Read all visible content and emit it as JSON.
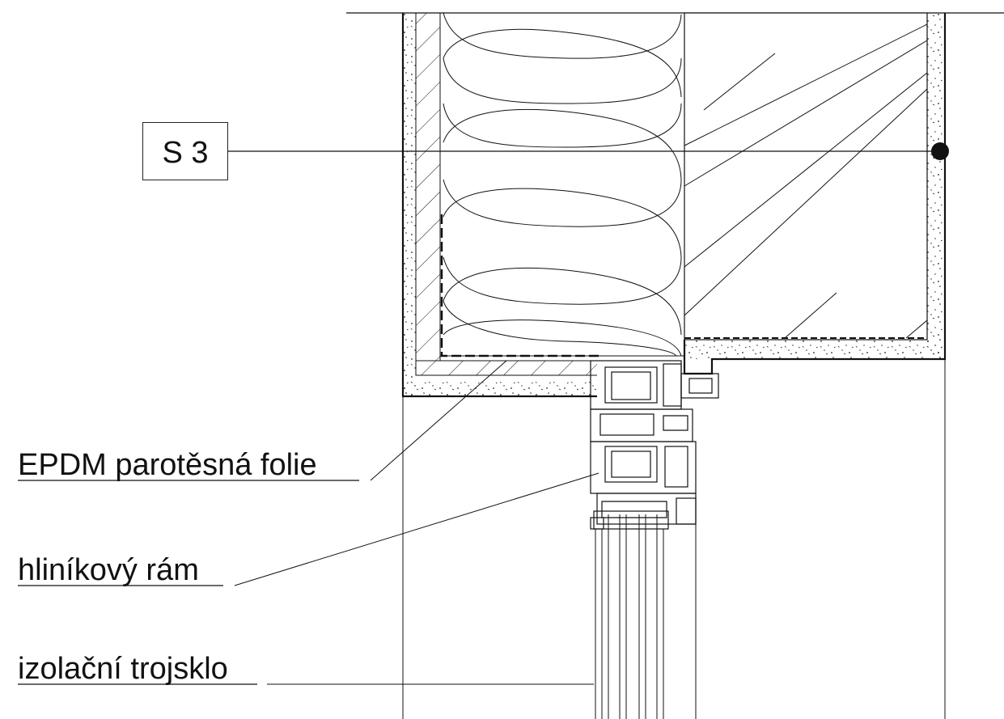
{
  "section_tag": "S 3",
  "callouts": [
    {
      "text": "EPDM parotěsná folie"
    },
    {
      "text": "hliníkový rám"
    },
    {
      "text": "izolační trojsklo"
    }
  ],
  "colors": {
    "line": "#111111",
    "fill": "#ffffff"
  }
}
